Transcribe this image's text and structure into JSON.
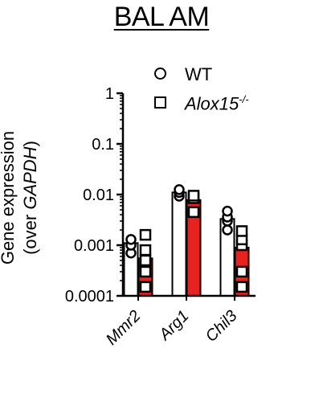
{
  "title": "BAL AM",
  "ylabel_line1": "Gene expression",
  "ylabel_line2_prefix": "(over ",
  "ylabel_line2_gene": "GAPDH",
  "ylabel_line2_suffix": ")",
  "legend": {
    "wt": "WT",
    "ko_gene": "Alox15",
    "ko_sup": "-/-"
  },
  "colors": {
    "wt_bar": "#ffffff",
    "ko_bar": "#e8231f",
    "axis": "#000000"
  },
  "chart_data": {
    "type": "bar",
    "yscale": "log",
    "ylim": [
      0.0001,
      1
    ],
    "yticks": [
      "1",
      "0.1",
      "0.01",
      "0.001",
      "0.0001"
    ],
    "ytick_values": [
      1,
      0.1,
      0.01,
      0.001,
      0.0001
    ],
    "categories": [
      "Mmr2",
      "Arg1",
      "Chil3"
    ],
    "series": [
      {
        "name": "WT",
        "marker": "circle",
        "fill": "#ffffff",
        "values": [
          0.0011,
          0.011,
          0.0033
        ],
        "err": [
          0.0013,
          0.013,
          0.0046
        ],
        "points": [
          [
            0.0007,
            0.001,
            0.0013
          ],
          [
            0.0093,
            0.011,
            0.0125
          ],
          [
            0.002,
            0.003,
            0.0036,
            0.0047
          ]
        ]
      },
      {
        "name": "Alox15-/-",
        "marker": "square",
        "fill": "#e8231f",
        "values": [
          0.00055,
          0.0078,
          0.0009
        ],
        "err": [
          0.0009,
          0.0091,
          0.0018
        ],
        "points": [
          [
            0.00015,
            0.0003,
            0.0005,
            0.0008,
            0.0016
          ],
          [
            0.0045,
            0.0085,
            0.0095
          ],
          [
            0.00015,
            0.0003,
            0.001,
            0.0013,
            0.0019
          ]
        ]
      }
    ]
  }
}
